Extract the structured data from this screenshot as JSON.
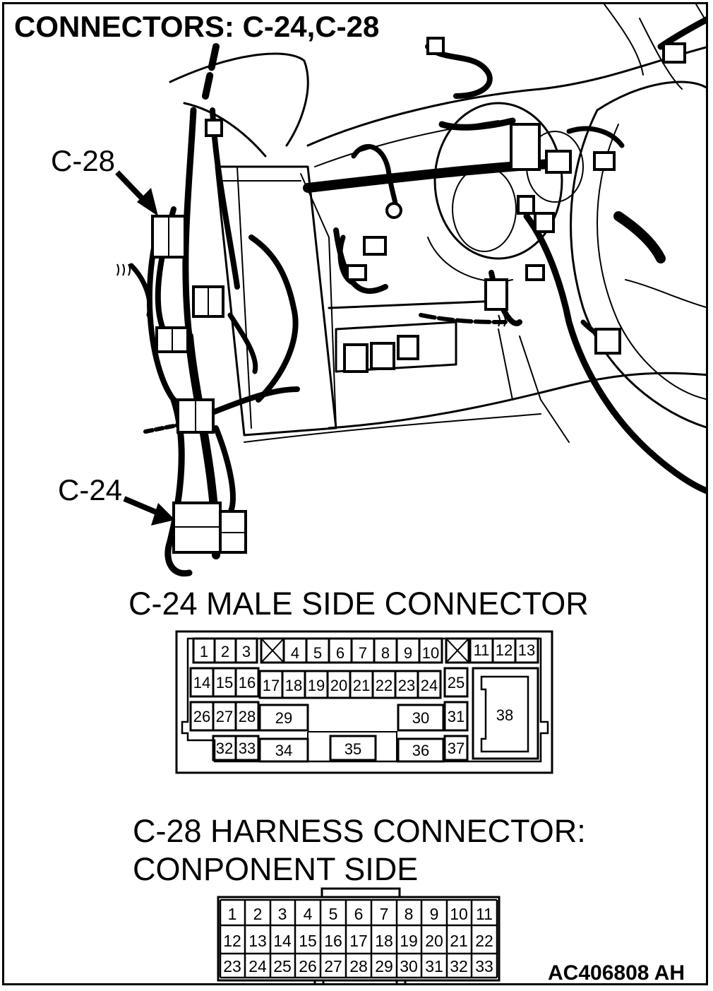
{
  "title": "CONNECTORS: C-24,C-28",
  "callouts": {
    "c28": "C-28",
    "c24": "C-24"
  },
  "c24": {
    "caption": "C-24 MALE SIDE CONNECTOR",
    "pins": [
      "1",
      "2",
      "3",
      "4",
      "5",
      "6",
      "7",
      "8",
      "9",
      "10",
      "11",
      "12",
      "13",
      "14",
      "15",
      "16",
      "17",
      "18",
      "19",
      "20",
      "21",
      "22",
      "23",
      "24",
      "25",
      "26",
      "27",
      "28",
      "29",
      "30",
      "31",
      "32",
      "33",
      "34",
      "35",
      "36",
      "37",
      "38"
    ]
  },
  "c28": {
    "caption_line1": "C-28 HARNESS CONNECTOR:",
    "caption_line2": "CONPONENT SIDE",
    "rows": [
      [
        "1",
        "2",
        "3",
        "4",
        "5",
        "6",
        "7",
        "8",
        "9",
        "10",
        "11"
      ],
      [
        "12",
        "13",
        "14",
        "15",
        "16",
        "17",
        "18",
        "19",
        "20",
        "21",
        "22"
      ],
      [
        "23",
        "24",
        "25",
        "26",
        "27",
        "28",
        "29",
        "30",
        "31",
        "32",
        "33"
      ]
    ]
  },
  "figure_code": "AC406808 AH"
}
